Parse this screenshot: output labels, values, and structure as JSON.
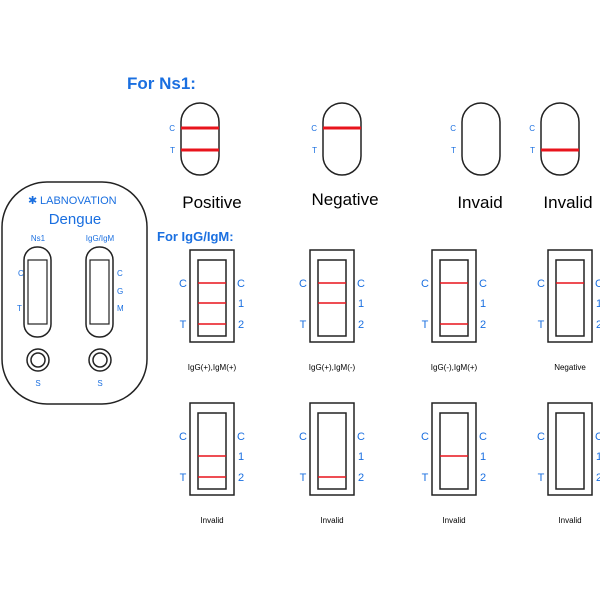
{
  "device": {
    "brand": "LABNOVATION",
    "title": "Dengue",
    "window_left": "Ns1",
    "window_right": "IgG/IgM",
    "left_labels": [
      "C",
      "T"
    ],
    "right_labels": [
      "C",
      "G",
      "M"
    ],
    "sample_label": "S"
  },
  "ns1": {
    "heading": "For Ns1:",
    "items": [
      {
        "label": "Positive",
        "lines": [
          "C",
          "T"
        ]
      },
      {
        "label": "Negative",
        "lines": [
          "C"
        ]
      },
      {
        "label": "Invaid",
        "lines": []
      },
      {
        "label": "Invalid",
        "lines": [
          "T"
        ]
      }
    ],
    "marks": [
      "C",
      "T"
    ]
  },
  "igg": {
    "heading": "For IgG/IgM:",
    "left_marks": [
      "C",
      "T"
    ],
    "right_marks": [
      "C",
      "1",
      "2"
    ],
    "rows": [
      [
        {
          "label": "IgG(+),IgM(+)",
          "lines": [
            "C",
            "1",
            "2"
          ]
        },
        {
          "label": "IgG(+),IgM(-)",
          "lines": [
            "C",
            "1"
          ]
        },
        {
          "label": "IgG(-),IgM(+)",
          "lines": [
            "C",
            "2"
          ]
        },
        {
          "label": "Negative",
          "lines": [
            "C"
          ]
        }
      ],
      [
        {
          "label": "Invalid",
          "lines": [
            "1",
            "2"
          ]
        },
        {
          "label": "Invalid",
          "lines": [
            "2"
          ]
        },
        {
          "label": "Invalid",
          "lines": [
            "1"
          ]
        },
        {
          "label": "Invalid",
          "lines": []
        }
      ]
    ]
  },
  "colors": {
    "accent": "#1a6fe0",
    "line": "#e8141c"
  }
}
